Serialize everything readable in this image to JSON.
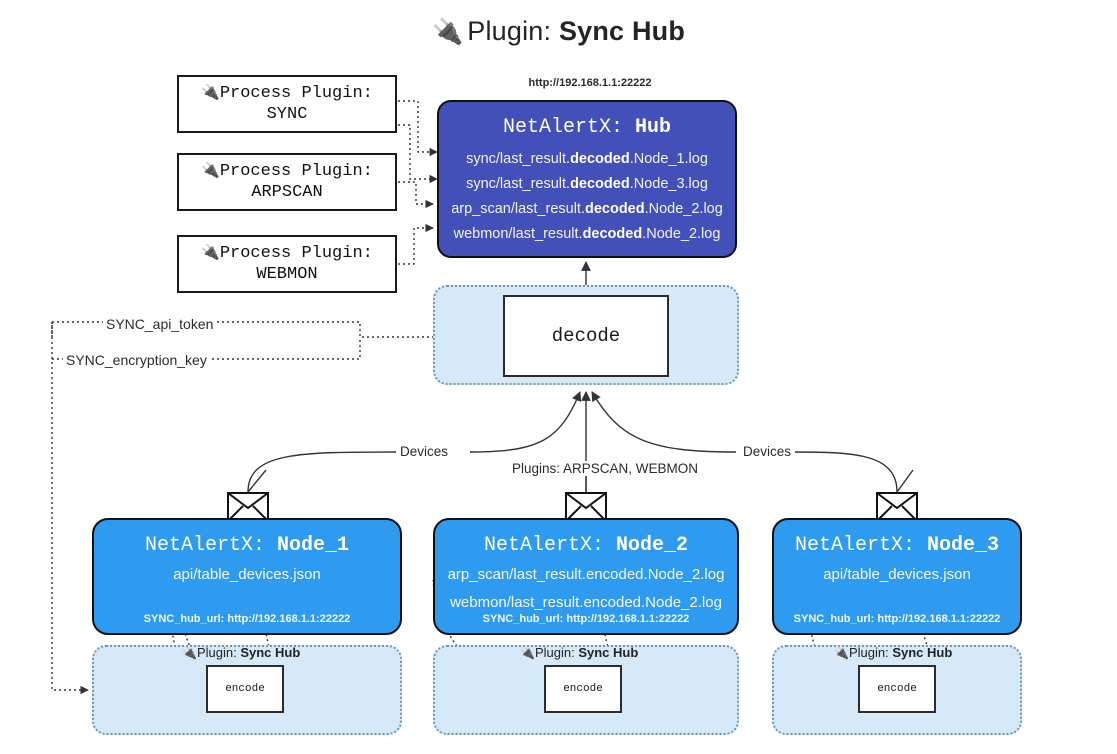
{
  "title": {
    "icon": "plug-icon",
    "prefix": "Plugin:",
    "name": "Sync Hub"
  },
  "process_plugins": [
    {
      "icon": "plug-icon",
      "line1": "Process Plugin:",
      "line2": "SYNC"
    },
    {
      "icon": "plug-icon",
      "line1": "Process Plugin:",
      "line2": "ARPSCAN"
    },
    {
      "icon": "plug-icon",
      "line1": "Process Plugin:",
      "line2": "WEBMON"
    }
  ],
  "hub": {
    "url": "http://192.168.1.1:22222",
    "title_prefix": "NetAlertX:",
    "title_name": "Hub",
    "lines": [
      {
        "pre": "sync/last_result.",
        "bold": "decoded",
        "post": ".Node_1.log"
      },
      {
        "pre": "sync/last_result.",
        "bold": "decoded",
        "post": ".Node_3.log"
      },
      {
        "pre": "arp_scan/last_result.",
        "bold": "decoded",
        "post": ".Node_2.log"
      },
      {
        "pre": "webmon/last_result.",
        "bold": "decoded",
        "post": ".Node_2.log"
      }
    ]
  },
  "decode": {
    "label": "decode"
  },
  "params": {
    "api_token": "SYNC_api_token",
    "encryption_key": "SYNC_encryption_key"
  },
  "edge_labels": {
    "devices_left": "Devices",
    "devices_right": "Devices",
    "plugins_mid": "Plugins: ARPSCAN, WEBMON"
  },
  "nodes": [
    {
      "title_prefix": "NetAlertX:",
      "title_name": "Node_1",
      "lines": [
        "api/table_devices.json"
      ],
      "hub_url_label": "SYNC_hub_url: http://192.168.1.1:22222",
      "encode_label": "encode",
      "plugin_tag_prefix": "Plugin:",
      "plugin_tag_name": "Sync Hub"
    },
    {
      "title_prefix": "NetAlertX:",
      "title_name": "Node_2",
      "lines": [
        "arp_scan/last_result.encoded.Node_2.log",
        "webmon/last_result.encoded.Node_2.log"
      ],
      "hub_url_label": "SYNC_hub_url: http://192.168.1.1:22222",
      "encode_label": "encode",
      "plugin_tag_prefix": "Plugin:",
      "plugin_tag_name": "Sync Hub"
    },
    {
      "title_prefix": "NetAlertX:",
      "title_name": "Node_3",
      "lines": [
        "api/table_devices.json"
      ],
      "hub_url_label": "SYNC_hub_url: http://192.168.1.1:22222",
      "encode_label": "encode",
      "plugin_tag_prefix": "Plugin:",
      "plugin_tag_name": "Sync Hub"
    }
  ],
  "colors": {
    "hub_fill": "#4450b9",
    "node_fill": "#2e9bf0",
    "container_fill": "#d6e9f8",
    "container_border": "#6f95b4",
    "stroke": "#333333"
  },
  "icons": {
    "envelope": "envelope-icon",
    "plug": "plug-icon"
  }
}
